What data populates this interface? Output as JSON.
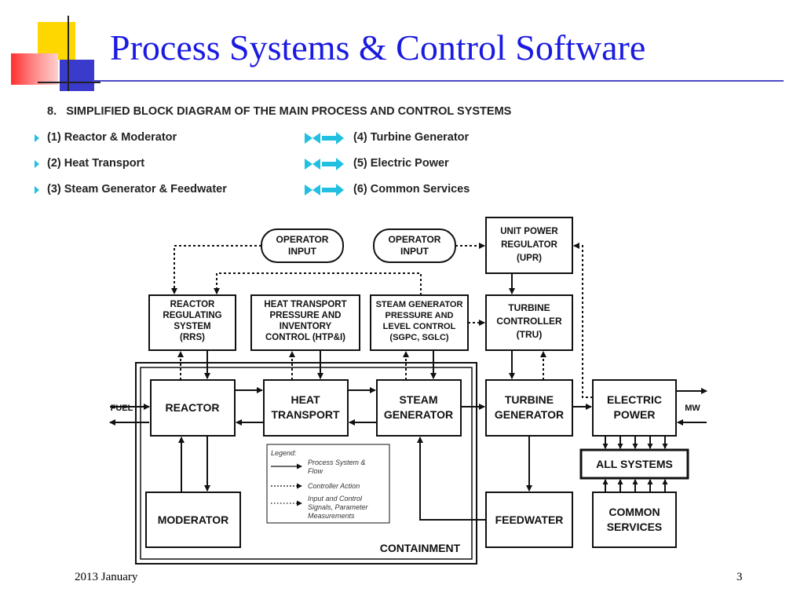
{
  "slide": {
    "title": "Process Systems & Control Software",
    "footer_date": "2013 January",
    "page_number": "3"
  },
  "header": {
    "number": "8.",
    "heading": "SIMPLIFIED BLOCK DIAGRAM OF THE MAIN PROCESS AND CONTROL SYSTEMS"
  },
  "systems": [
    {
      "num": "(1)",
      "label": "Reactor & Moderator"
    },
    {
      "num": "(2)",
      "label": "Heat Transport"
    },
    {
      "num": "(3)",
      "label": "Steam Generator & Feedwater"
    },
    {
      "num": "(4)",
      "label": "Turbine Generator"
    },
    {
      "num": "(5)",
      "label": "Electric Power"
    },
    {
      "num": "(6)",
      "label": "Common Services"
    }
  ],
  "diagram": {
    "operator_input_left": [
      "OPERATOR",
      "INPUT"
    ],
    "operator_input_right": [
      "OPERATOR",
      "INPUT"
    ],
    "upr": [
      "UNIT POWER",
      "REGULATOR",
      "(UPR)"
    ],
    "rrs": [
      "REACTOR",
      "REGULATING",
      "SYSTEM",
      "(RRS)"
    ],
    "htpi": [
      "HEAT TRANSPORT",
      "PRESSURE AND",
      "INVENTORY",
      "CONTROL (HTP&I)"
    ],
    "sgpc": [
      "STEAM GENERATOR",
      "PRESSURE AND",
      "LEVEL CONTROL",
      "(SGPC, SGLC)"
    ],
    "tru": [
      "TURBINE",
      "CONTROLLER",
      "(TRU)"
    ],
    "reactor": [
      "REACTOR"
    ],
    "heat_transport": [
      "HEAT",
      "TRANSPORT"
    ],
    "steam_generator": [
      "STEAM",
      "GENERATOR"
    ],
    "turbine_generator": [
      "TURBINE",
      "GENERATOR"
    ],
    "electric_power": [
      "ELECTRIC",
      "POWER"
    ],
    "all_systems": [
      "ALL SYSTEMS"
    ],
    "moderator": [
      "MODERATOR"
    ],
    "feedwater": [
      "FEEDWATER"
    ],
    "common_services": [
      "COMMON",
      "SERVICES"
    ],
    "containment": "CONTAINMENT",
    "fuel": "FUEL",
    "mw": "MW",
    "legend": {
      "title": "Legend:",
      "process": [
        "Process System &",
        "Flow"
      ],
      "controller": [
        "Controller  Action"
      ],
      "signals": [
        "Input and Control",
        "Signals, Parameter",
        "Measurements"
      ]
    }
  },
  "colors": {
    "title": "#1a1ae0",
    "deco_yellow": "#ffd700",
    "deco_red": "#ff4a4a",
    "deco_blue": "#3a3acc",
    "cyan_arrow": "#22c0e0"
  }
}
